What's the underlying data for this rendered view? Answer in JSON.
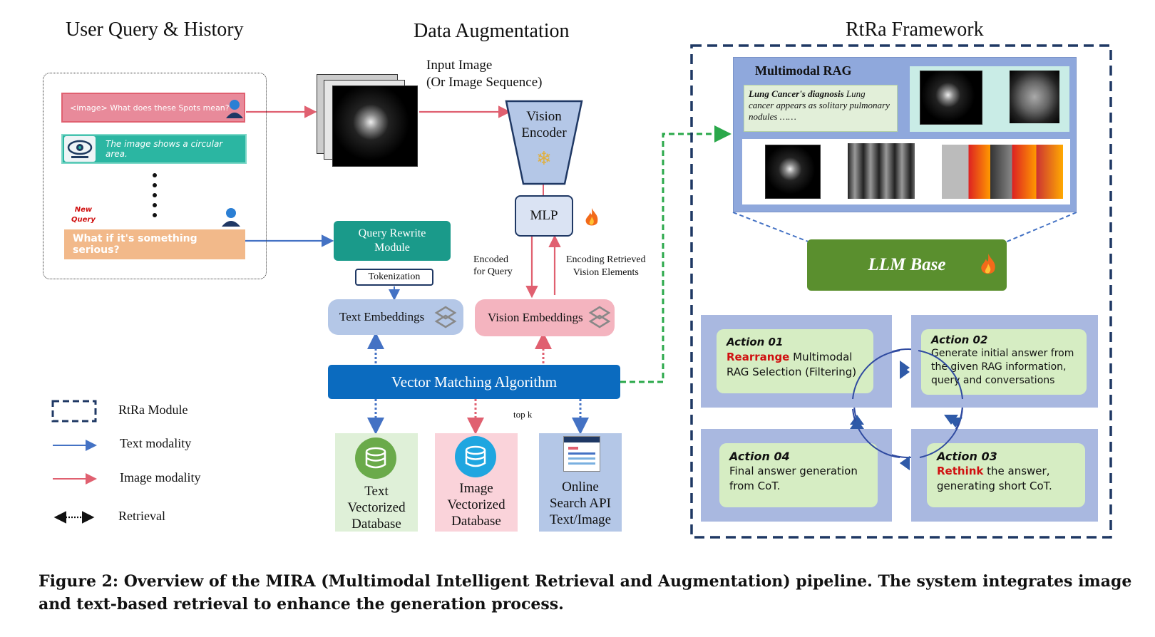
{
  "titles": {
    "user_query": "User Query & History",
    "data_augmentation": "Data Augmentation",
    "rtra_framework": "RtRa Framework"
  },
  "chat": {
    "q1": "<image> What does these  Spots mean?",
    "a1": "The image shows a circular area.",
    "new_query_tag_line1": "New",
    "new_query_tag_line2": "Query",
    "q2": "What if it's something serious?"
  },
  "aug": {
    "input_image_line1": "Input Image",
    "input_image_line2": "(Or Image Sequence)",
    "vision_encoder_line1": "Vision",
    "vision_encoder_line2": "Encoder",
    "mlp": "MLP",
    "query_rewrite_line1": "Query Rewrite",
    "query_rewrite_line2": "Module",
    "tokenization": "Tokenization",
    "encoded_for_query_line1": "Encoded",
    "encoded_for_query_line2": "for Query",
    "encoding_retrieved_line1": "Encoding Retrieved",
    "encoding_retrieved_line2": "Vision Elements",
    "text_embeddings": "Text Embeddings",
    "vision_embeddings": "Vision  Embeddings",
    "vector_matching": "Vector Matching Algorithm",
    "top_k": "top k",
    "db_text": [
      "Text",
      "Vectorized",
      "Database"
    ],
    "db_image": [
      "Image",
      "Vectorized",
      "Database"
    ],
    "db_online": [
      "Online",
      "Search API",
      "Text/Image"
    ]
  },
  "legend": {
    "rtra_module": "RtRa Module",
    "text_modality": "Text modality",
    "image_modality": "Image modality",
    "retrieval": "Retrieval"
  },
  "rtra": {
    "multimodal_rag": "Multimodal RAG",
    "rag_text_bold": "Lung Cancer's diagnosis",
    "rag_text_rest": " Lung cancer appears as solitary pulmonary nodules ……",
    "llm_base": "LLM Base",
    "actions": [
      {
        "title": "Action 01",
        "highlight": "Rearrange",
        "text_a": " Multimodal",
        "text_b": "RAG Selection (Filtering)"
      },
      {
        "title": "Action 02",
        "highlight": "",
        "text_a": "Generate initial answer from",
        "text_b": "the given RAG information, query and conversations"
      },
      {
        "title": "Action 03",
        "highlight": "Rethink",
        "text_a": " the answer,",
        "text_b": "generating short CoT."
      },
      {
        "title": "Action 04",
        "highlight": "",
        "text_a": "Final answer generation",
        "text_b": "from CoT."
      }
    ]
  },
  "caption": {
    "line1": "Figure 2: Overview of the MIRA (Multimodal Intelligent Retrieval and Augmentation) pipeline. The system integrates image",
    "line2": "and text-based retrieval to enhance the generation process."
  },
  "colors": {
    "text_arrow": "#4472c4",
    "image_arrow": "#e06070",
    "teal": "#1a9a8a",
    "vector_blue": "#0b6bbf",
    "llm_green": "#5a8f2e",
    "dash_navy": "#1f3864",
    "rag_panel": "#8fa8dc",
    "action_panel": "#a9b8e0",
    "action_card": "#d6edc3",
    "highlight_red": "#d01010"
  }
}
